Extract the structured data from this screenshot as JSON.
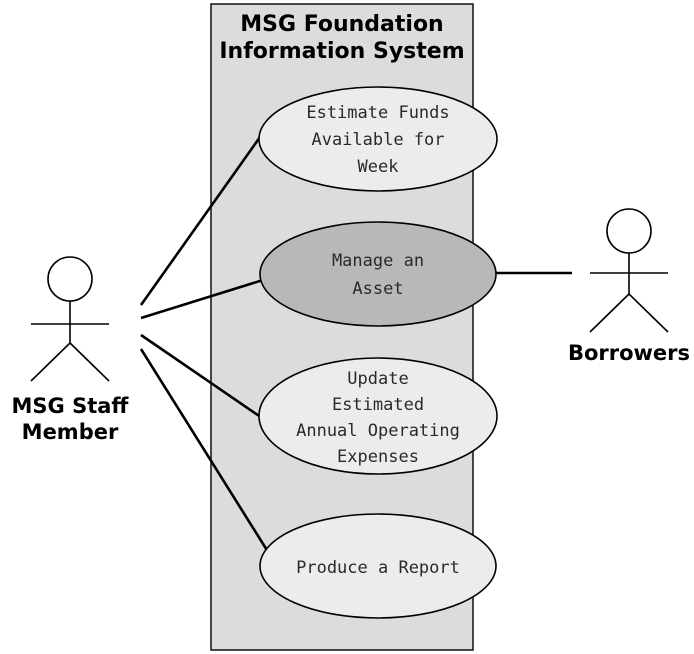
{
  "system": {
    "title_line1": "MSG Foundation",
    "title_line2": "Information System"
  },
  "actors": {
    "staff": {
      "line1": "MSG Staff",
      "line2": "Member"
    },
    "borrowers": {
      "label": "Borrowers"
    }
  },
  "use_cases": {
    "estimate_funds": {
      "line1": "Estimate Funds",
      "line2": "Available for",
      "line3": "Week"
    },
    "manage_asset": {
      "line1": "Manage an",
      "line2": "Asset",
      "highlighted": true
    },
    "update_expenses": {
      "line1": "Update",
      "line2": "Estimated",
      "line3": "Annual Operating",
      "line4": "Expenses"
    },
    "produce_report": {
      "line1": "Produce a Report"
    }
  },
  "colors": {
    "boundary_fill": "#dcdcdc",
    "use_case_fill": "#ececec",
    "highlighted_use_case_fill": "#b8b8b8"
  }
}
